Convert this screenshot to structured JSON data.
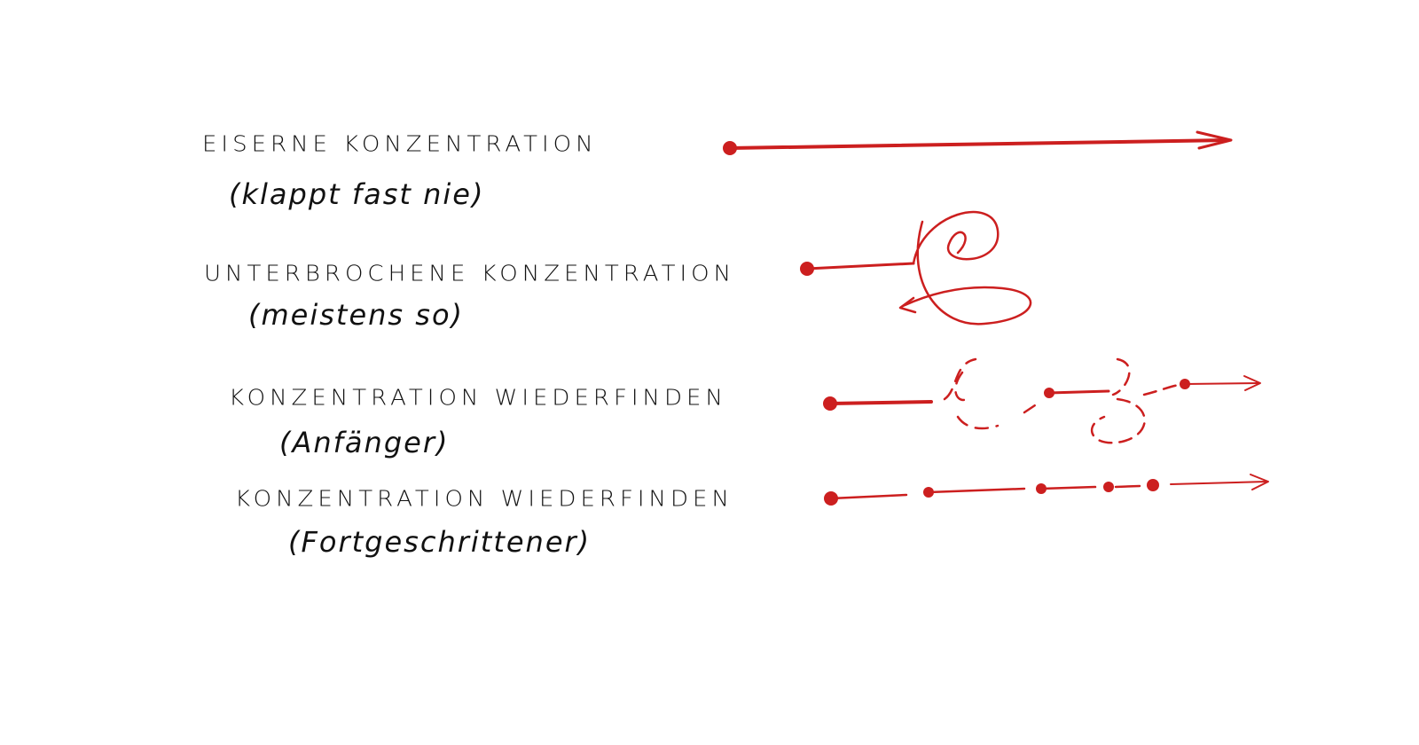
{
  "rows": [
    {
      "title": "Eiserne Konzentration",
      "note": "(klappt fast nie)"
    },
    {
      "title": "Unterbrochene Konzentration",
      "note": "(meistens so)"
    },
    {
      "title": "Konzentration wiederfinden",
      "note": "(Anfänger)"
    },
    {
      "title": "Konzentration wiederfinden",
      "note": "(Fortgeschrittener)"
    }
  ],
  "colors": {
    "ink": "#111111",
    "accent": "#cc1f1f"
  }
}
